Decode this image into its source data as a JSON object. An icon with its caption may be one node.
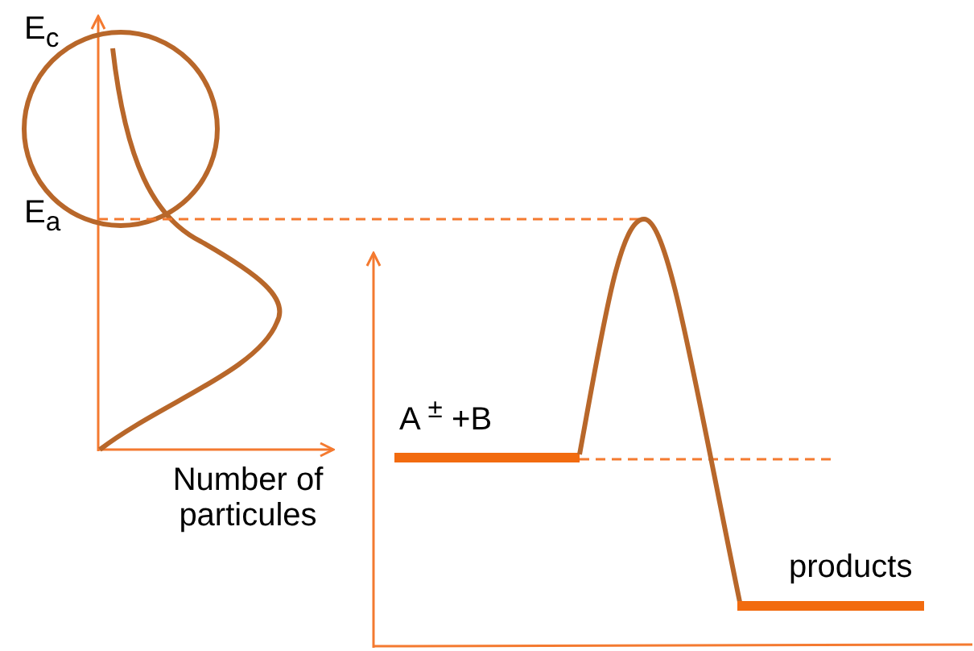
{
  "diagram": {
    "labels": [
      "E$_{c}$",
      "E$_{a}$",
      "A $^{±}$ +B",
      "Number of particules",
      "products"
    ]
  }
}
